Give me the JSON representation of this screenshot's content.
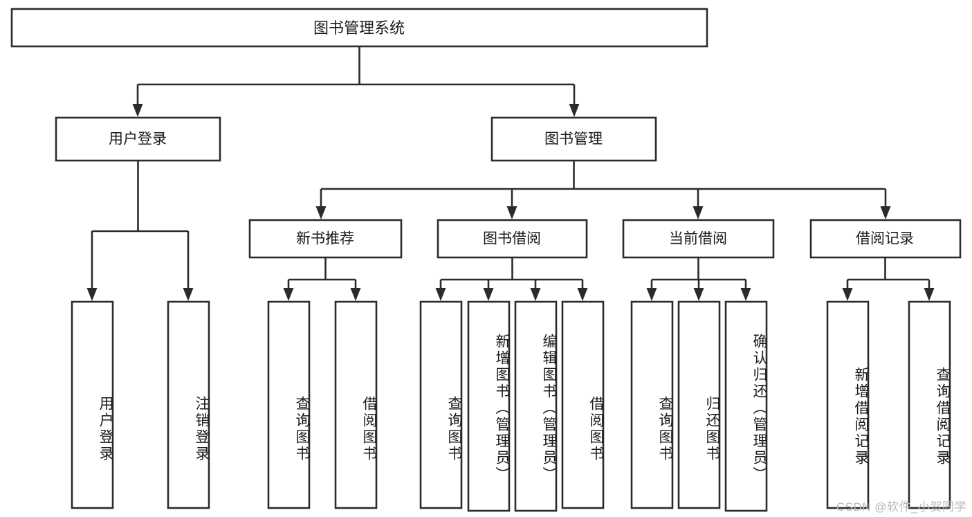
{
  "diagram": {
    "title": "图书管理系统",
    "type": "tree-hierarchy-chart",
    "orientation": "top-down",
    "colors": {
      "background": "#ffffff",
      "box_fill": "#ffffff",
      "box_stroke": "#2b2b2b",
      "text": "#1a1a1a",
      "watermark": "#b9b9b9"
    },
    "root": {
      "label": "图书管理系统"
    },
    "level2": [
      {
        "label": "用户登录"
      },
      {
        "label": "图书管理"
      }
    ],
    "level3": [
      {
        "label": "新书推荐"
      },
      {
        "label": "图书借阅"
      },
      {
        "label": "当前借阅"
      },
      {
        "label": "借阅记录"
      }
    ],
    "leaves": {
      "user_login": [
        {
          "label": "用户登录"
        },
        {
          "label": "注销登录"
        }
      ],
      "new_book_recommend": [
        {
          "label": "查询图书"
        },
        {
          "label": "借阅图书"
        }
      ],
      "book_borrow": [
        {
          "label": "查询图书"
        },
        {
          "label": "新增图书（管理员）"
        },
        {
          "label": "编辑图书（管理员）"
        },
        {
          "label": "借阅图书"
        }
      ],
      "current_borrow": [
        {
          "label": "查询图书"
        },
        {
          "label": "归还图书"
        },
        {
          "label": "确认归还（管理员）"
        }
      ],
      "borrow_record": [
        {
          "label": "新增借阅记录"
        },
        {
          "label": "查询借阅记录"
        }
      ]
    }
  },
  "watermark": {
    "text": "CSDN @软件_小贺同学"
  }
}
